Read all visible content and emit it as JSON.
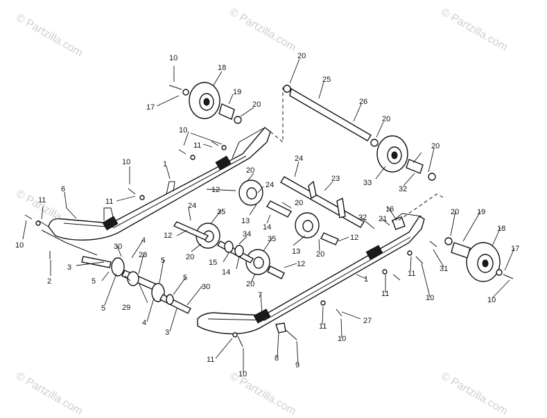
{
  "watermark": "© Partzilla.com",
  "callouts": [
    {
      "id": "c10a",
      "text": "10"
    },
    {
      "id": "c18a",
      "text": "18"
    },
    {
      "id": "c17a",
      "text": "17"
    },
    {
      "id": "c19a",
      "text": "19"
    },
    {
      "id": "c20a",
      "text": "20"
    },
    {
      "id": "c20b",
      "text": "20"
    },
    {
      "id": "c25",
      "text": "25"
    },
    {
      "id": "c26",
      "text": "26"
    },
    {
      "id": "c20c",
      "text": "20"
    },
    {
      "id": "c20d",
      "text": "20"
    },
    {
      "id": "c33",
      "text": "33"
    },
    {
      "id": "c32",
      "text": "32"
    },
    {
      "id": "c10b",
      "text": "10"
    },
    {
      "id": "c11a",
      "text": "11"
    },
    {
      "id": "c10c",
      "text": "10"
    },
    {
      "id": "c1a",
      "text": "1"
    },
    {
      "id": "c11b",
      "text": "11"
    },
    {
      "id": "c20e",
      "text": "20"
    },
    {
      "id": "c24a",
      "text": "24"
    },
    {
      "id": "c23",
      "text": "23"
    },
    {
      "id": "c12a",
      "text": "12"
    },
    {
      "id": "c24b",
      "text": "24"
    },
    {
      "id": "c6",
      "text": "6"
    },
    {
      "id": "c11c",
      "text": "11"
    },
    {
      "id": "c10d",
      "text": "10"
    },
    {
      "id": "c24c",
      "text": "24"
    },
    {
      "id": "c13a",
      "text": "13"
    },
    {
      "id": "c14a",
      "text": "14"
    },
    {
      "id": "c20f",
      "text": "20"
    },
    {
      "id": "c35a",
      "text": "35"
    },
    {
      "id": "c12b",
      "text": "12"
    },
    {
      "id": "c34",
      "text": "34"
    },
    {
      "id": "c20g",
      "text": "20"
    },
    {
      "id": "c30a",
      "text": "30"
    },
    {
      "id": "c4a",
      "text": "4"
    },
    {
      "id": "c3a",
      "text": "3"
    },
    {
      "id": "c2",
      "text": "2"
    },
    {
      "id": "c5a",
      "text": "5"
    },
    {
      "id": "c15",
      "text": "15"
    },
    {
      "id": "c14b",
      "text": "14"
    },
    {
      "id": "c35b",
      "text": "35"
    },
    {
      "id": "c13b",
      "text": "13"
    },
    {
      "id": "c20h",
      "text": "20"
    },
    {
      "id": "c12c",
      "text": "12"
    },
    {
      "id": "c12d",
      "text": "12"
    },
    {
      "id": "c20i",
      "text": "20"
    },
    {
      "id": "c28",
      "text": "28"
    },
    {
      "id": "c5b",
      "text": "5"
    },
    {
      "id": "c29",
      "text": "29"
    },
    {
      "id": "c5c",
      "text": "5"
    },
    {
      "id": "c5d",
      "text": "5"
    },
    {
      "id": "c4b",
      "text": "4"
    },
    {
      "id": "c30b",
      "text": "30"
    },
    {
      "id": "c3b",
      "text": "3"
    },
    {
      "id": "c22",
      "text": "22"
    },
    {
      "id": "c16",
      "text": "16"
    },
    {
      "id": "c21",
      "text": "21"
    },
    {
      "id": "c20j",
      "text": "20"
    },
    {
      "id": "c19b",
      "text": "19"
    },
    {
      "id": "c18b",
      "text": "18"
    },
    {
      "id": "c31",
      "text": "31"
    },
    {
      "id": "c17b",
      "text": "17"
    },
    {
      "id": "c10e",
      "text": "10"
    },
    {
      "id": "c11d",
      "text": "11"
    },
    {
      "id": "c11e",
      "text": "11"
    },
    {
      "id": "c10f",
      "text": "10"
    },
    {
      "id": "c1b",
      "text": "1"
    },
    {
      "id": "c27",
      "text": "27"
    },
    {
      "id": "c7",
      "text": "7"
    },
    {
      "id": "c11f",
      "text": "11"
    },
    {
      "id": "c10g",
      "text": "10"
    },
    {
      "id": "c8",
      "text": "8"
    },
    {
      "id": "c9",
      "text": "9"
    },
    {
      "id": "c11g",
      "text": "11"
    },
    {
      "id": "c10h",
      "text": "10"
    }
  ]
}
